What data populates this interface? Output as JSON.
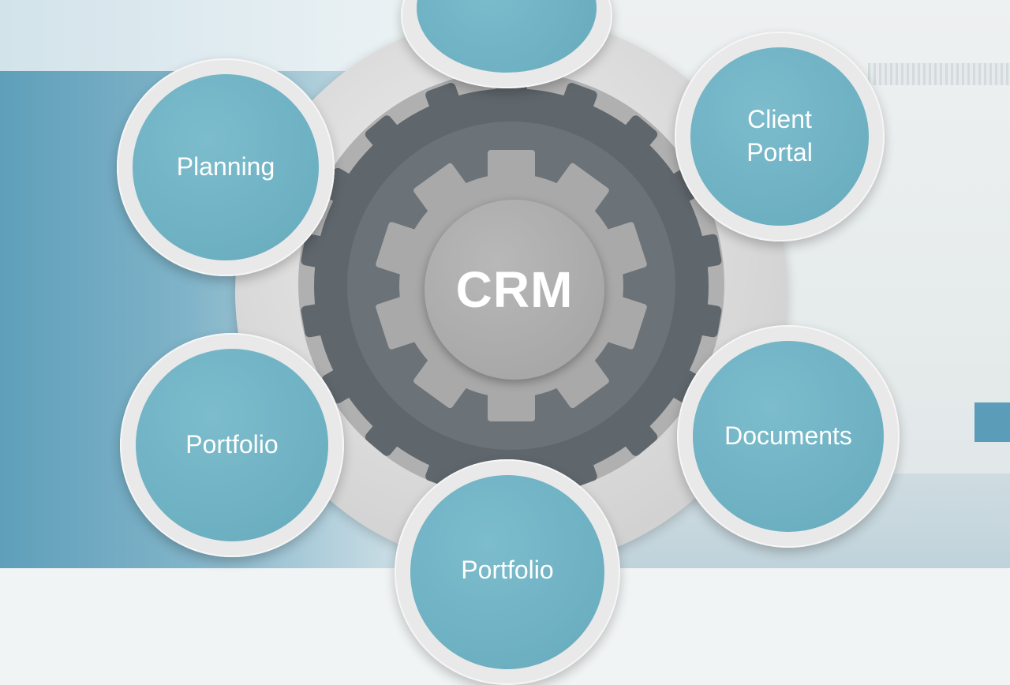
{
  "hub": {
    "label": "CRM"
  },
  "nodes": [
    {
      "label": ""
    },
    {
      "label": "Client\nPortal"
    },
    {
      "label": "Documents"
    },
    {
      "label": "Portfolio"
    },
    {
      "label": "Portfolio"
    },
    {
      "label": "Planning"
    }
  ],
  "colors": {
    "node_fill": "#6fb2c4",
    "node_ring": "#e9e9e9",
    "gear_dark": "#5d646a",
    "gear_light": "#a8a8a8",
    "label": "#ffffff"
  }
}
